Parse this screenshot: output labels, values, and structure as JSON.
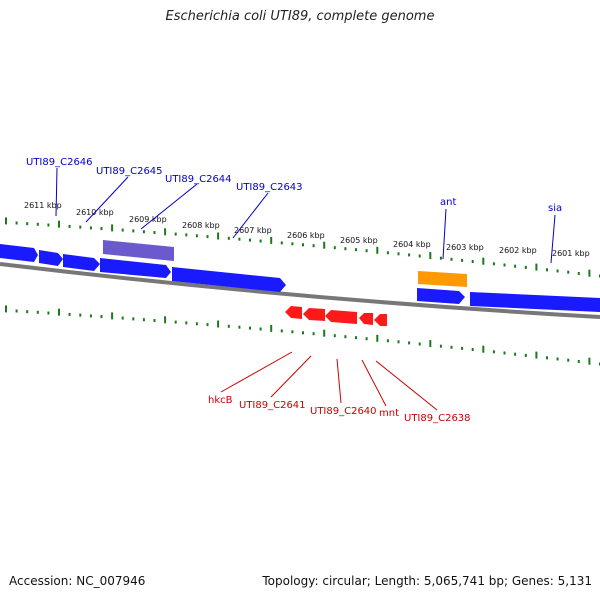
{
  "title": "Escherichia coli UTI89, complete genome",
  "footer": {
    "accession_label": "Accession:",
    "accession": "NC_007946",
    "topology_text": "Topology: circular; Length: 5,065,741 bp; Genes: 5,131"
  },
  "colors": {
    "top_gene": "#1a1aff",
    "highlight_gene": "#6a5acd",
    "special_gene": "#ff9900",
    "bottom_gene": "#ff1a1a",
    "top_label": "#0000cc",
    "bottom_label": "#cc0000",
    "tick": "#1a7a1a",
    "backbone": "#777777"
  },
  "ruler": {
    "ticks": [
      "2611 kbp",
      "2610 kbp",
      "2609 kbp",
      "2608 kbp",
      "2607 kbp",
      "2606 kbp",
      "2605 kbp",
      "2604 kbp",
      "2603 kbp",
      "2602 kbp",
      "2601 kbp"
    ]
  },
  "genes_top": [
    "UTI89_C2646",
    "UTI89_C2645",
    "UTI89_C2644",
    "UTI89_C2643",
    "ant",
    "sia"
  ],
  "genes_bottom": [
    "hkcB",
    "UTI89_C2641",
    "UTI89_C2640",
    "mnt",
    "UTI89_C2638"
  ]
}
